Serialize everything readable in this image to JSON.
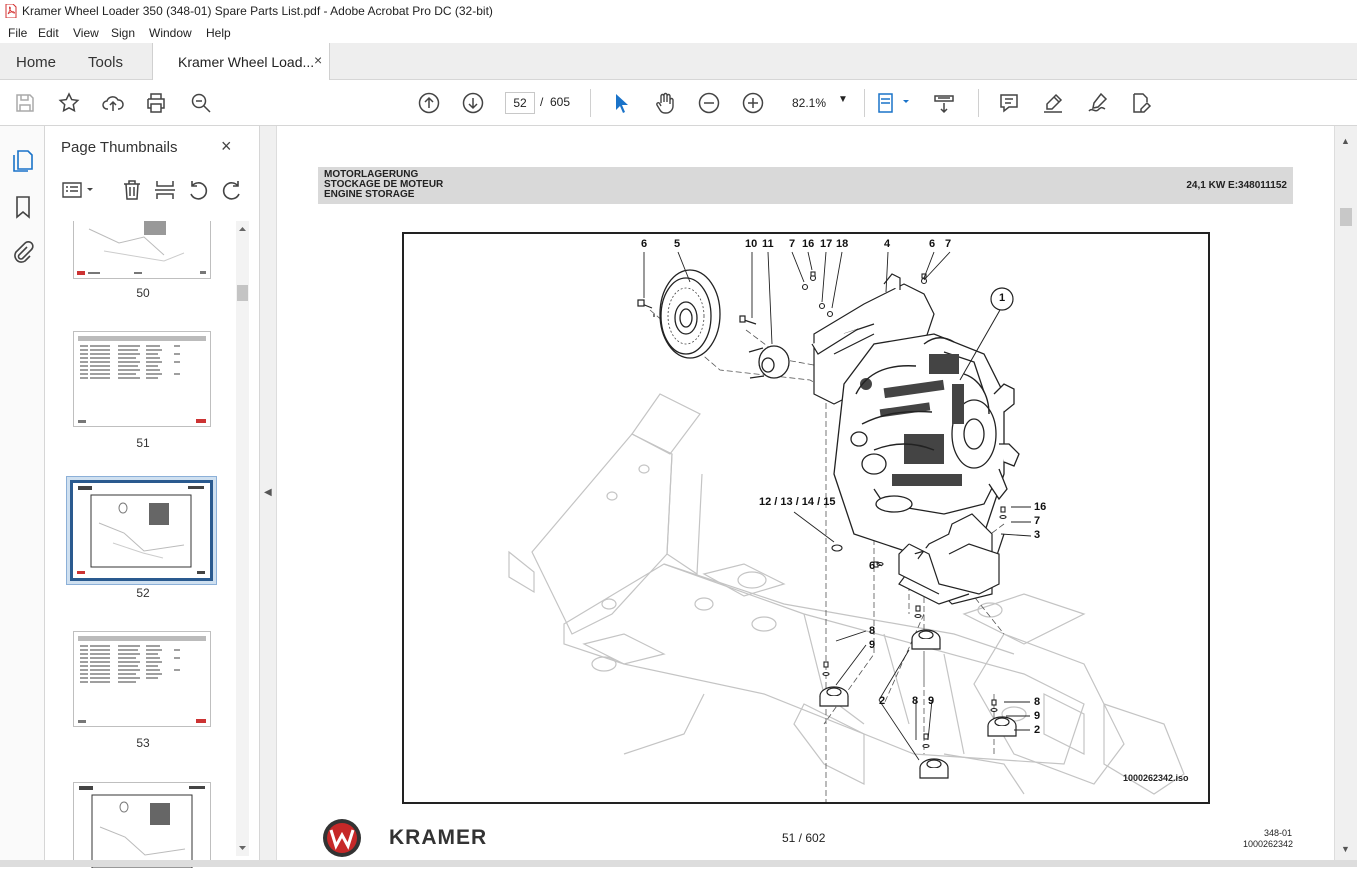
{
  "window": {
    "title": "Kramer Wheel Loader 350 (348-01) Spare Parts List.pdf - Adobe Acrobat Pro DC (32-bit)"
  },
  "menu": [
    "File",
    "Edit",
    "View",
    "Sign",
    "Window",
    "Help"
  ],
  "tabs": {
    "home": "Home",
    "tools": "Tools",
    "document": "Kramer Wheel Load...",
    "close": "×"
  },
  "toolbar": {
    "current_page": "52",
    "page_sep": "/",
    "total_pages": "605",
    "zoom": "82.1%"
  },
  "thumbnails": {
    "title": "Page Thumbnails",
    "close": "×",
    "pages": [
      {
        "label": "50",
        "kind": "drawing"
      },
      {
        "label": "51",
        "kind": "table"
      },
      {
        "label": "52",
        "kind": "drawing",
        "selected": true
      },
      {
        "label": "53",
        "kind": "table"
      },
      {
        "label": "",
        "kind": "drawing"
      }
    ]
  },
  "document": {
    "header": {
      "de": "MOTORLAGERUNG",
      "fr": "STOCKAGE DE MOTEUR",
      "en": "ENGINE STORAGE",
      "code": "24,1 KW E:348011152"
    },
    "callouts": {
      "c6a": "6",
      "c5": "5",
      "c10": "10",
      "c11": "11",
      "c7a": "7",
      "c16a": "16",
      "c17": "17",
      "c18": "18",
      "c4": "4",
      "c6b": "6",
      "c7b": "7",
      "c1": "1",
      "c12": "12 / 13 / 14 / 15",
      "c16b": "16",
      "c7c": "7",
      "c3": "3",
      "c6c": "6",
      "c8a": "8",
      "c9a": "9",
      "c2a": "2",
      "c8b": "8",
      "c9b": "9",
      "c8c": "8",
      "c9c": "9",
      "c2b": "2"
    },
    "drawing_id": "1000262342.iso",
    "brand": "KRAMER",
    "page_footer": "51 / 602",
    "footer_right_1": "348-01",
    "footer_right_2": "1000262342"
  }
}
